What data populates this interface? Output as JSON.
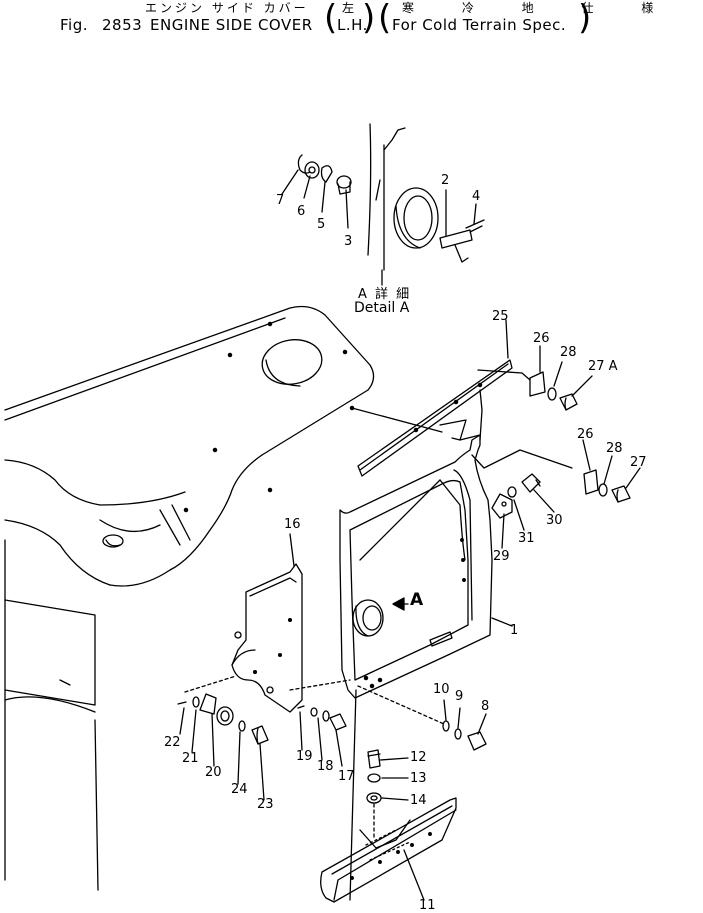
{
  "title": {
    "fig_prefix": "Fig.",
    "fig_number": "2853",
    "name_en": "ENGINE SIDE COVER",
    "name_jp": "エンジン サイド カバー",
    "side_jp": "左",
    "side_en": "L.H.",
    "spec_jp": "寒 冷 地 仕 様",
    "spec_en": "For Cold Terrain Spec."
  },
  "detail": {
    "jp": "A 詳 細",
    "en": "Detail A",
    "pointer": "A"
  },
  "callouts": {
    "c1": "1",
    "c2": "2",
    "c3": "3",
    "c4": "4",
    "c5": "5",
    "c6": "6",
    "c7": "7",
    "c8": "8",
    "c9": "9",
    "c10": "10",
    "c11": "11",
    "c12": "12",
    "c13": "13",
    "c14": "14",
    "c16": "16",
    "c17": "17",
    "c18": "18",
    "c19": "19",
    "c20": "20",
    "c21": "21",
    "c22": "22",
    "c23": "23",
    "c24": "24",
    "c25": "25",
    "c26a": "26",
    "c26b": "26",
    "c27": "27",
    "c27a": "27 A",
    "c28a": "28",
    "c28b": "28",
    "c29": "29",
    "c30": "30",
    "c31": "31"
  }
}
